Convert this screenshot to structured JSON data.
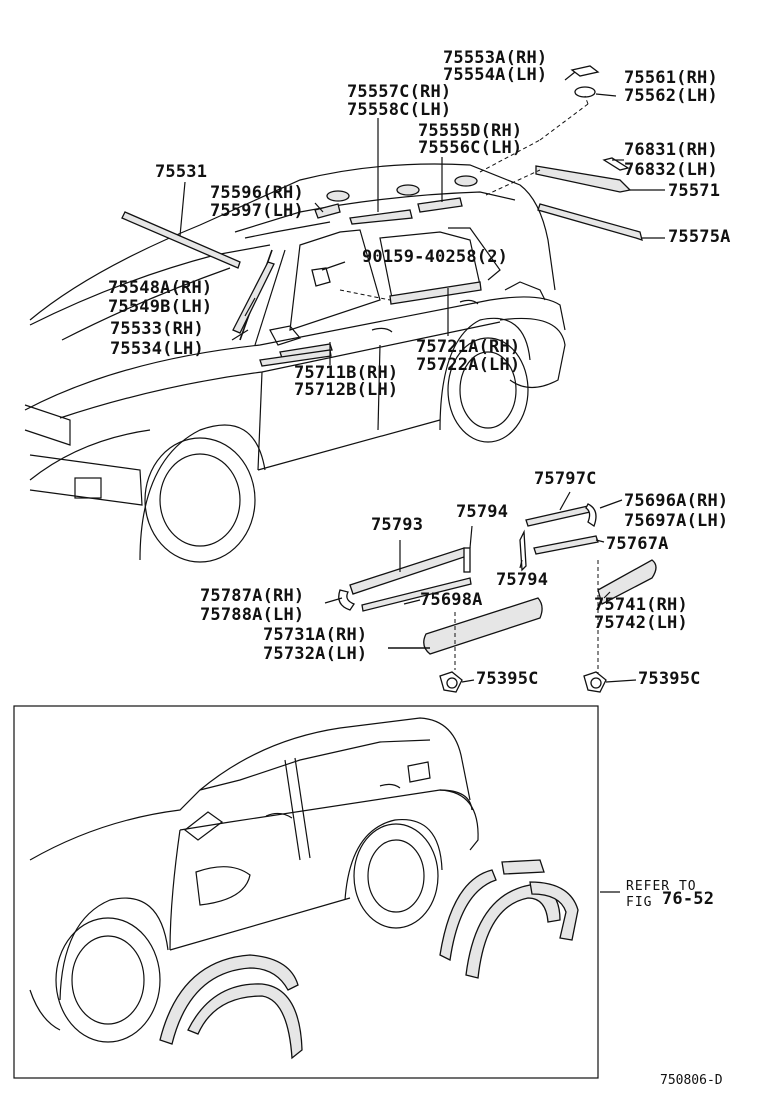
{
  "labels": {
    "p75553A": "75553A(RH)",
    "p75554A": "75554A(LH)",
    "p75561": "75561(RH)",
    "p75562": "75562(LH)",
    "p75557C": "75557C(RH)",
    "p75558C": "75558C(LH)",
    "p75555D": "75555D(RH)",
    "p75556C": "75556C(LH)",
    "p76831": "76831(RH)",
    "p76832": "76832(LH)",
    "p75571": "75571",
    "p75575A": "75575A",
    "p75531": "75531",
    "p75596": "75596(RH)",
    "p75597": "75597(LH)",
    "p90159": "90159-40258(2)",
    "p75548A": "75548A(RH)",
    "p75549B": "75549B(LH)",
    "p75533": "75533(RH)",
    "p75534": "75534(LH)",
    "p75721A": "75721A(RH)",
    "p75722A": "75722A(LH)",
    "p75711B": "75711B(RH)",
    "p75712B": "75712B(LH)",
    "p75797C": "75797C",
    "p75793": "75793",
    "p75794a": "75794",
    "p75696A": "75696A(RH)",
    "p75697A": "75697A(LH)",
    "p75767A": "75767A",
    "p75794b": "75794",
    "p75787A": "75787A(RH)",
    "p75788A": "75788A(LH)",
    "p75698A": "75698A",
    "p75741": "75741(RH)",
    "p75742": "75742(LH)",
    "p75731A": "75731A(RH)",
    "p75732A": "75732A(LH)",
    "p75395C_a": "75395C",
    "p75395C_b": "75395C"
  },
  "refer": {
    "line1": "REFER TO",
    "line2": "FIG",
    "fig": "76-52"
  },
  "drawing_number": "750806-D"
}
